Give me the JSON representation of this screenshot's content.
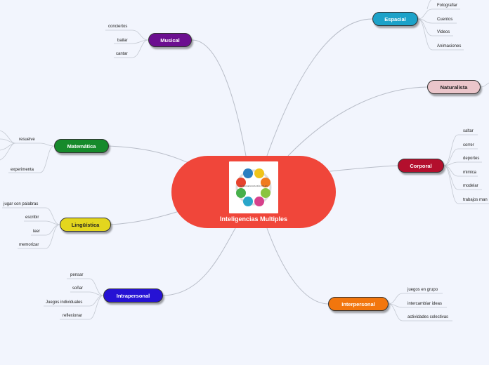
{
  "center": {
    "title": "Inteligencias Multiples",
    "image_caption": "INTELIGENCIAS MÚLTIPLES"
  },
  "branches": {
    "musical": {
      "label": "Musical",
      "color": "#6c0f90",
      "leaves": [
        "conciertos",
        "bailar",
        "cantar"
      ]
    },
    "espacial": {
      "label": "Espacial",
      "color": "#1ca2c9",
      "leaves": [
        "Fotografiar",
        "Cuentos",
        "Videos",
        "Animaciones"
      ]
    },
    "naturalista": {
      "label": "Naturalista",
      "color": "#eac5ca"
    },
    "corporal": {
      "label": "Corporal",
      "color": "#b30f2d",
      "leaves": [
        "saltar",
        "correr",
        "deportes",
        "mimica",
        "modelar",
        "trabajos man"
      ]
    },
    "interpersonal": {
      "label": "Interpersonal",
      "color": "#f2760d",
      "leaves": [
        "juegos en grupo",
        "intercambiar ideas",
        "actividades colectivas"
      ]
    },
    "intrapersonal": {
      "label": "Intrapersonal",
      "color": "#2612d4",
      "leaves": [
        "pensar",
        "soñar",
        "Juegos individuales",
        "reflexionar"
      ]
    },
    "linguistica": {
      "label": "Lingüística",
      "color": "#e3d61e",
      "leaves": [
        "jugar con palabras",
        "escribir",
        "leer",
        "memorizar"
      ]
    },
    "matematica": {
      "label": "Matemática",
      "color": "#168a2b",
      "leaves": [
        "resuelve",
        "experimenta"
      ]
    }
  }
}
